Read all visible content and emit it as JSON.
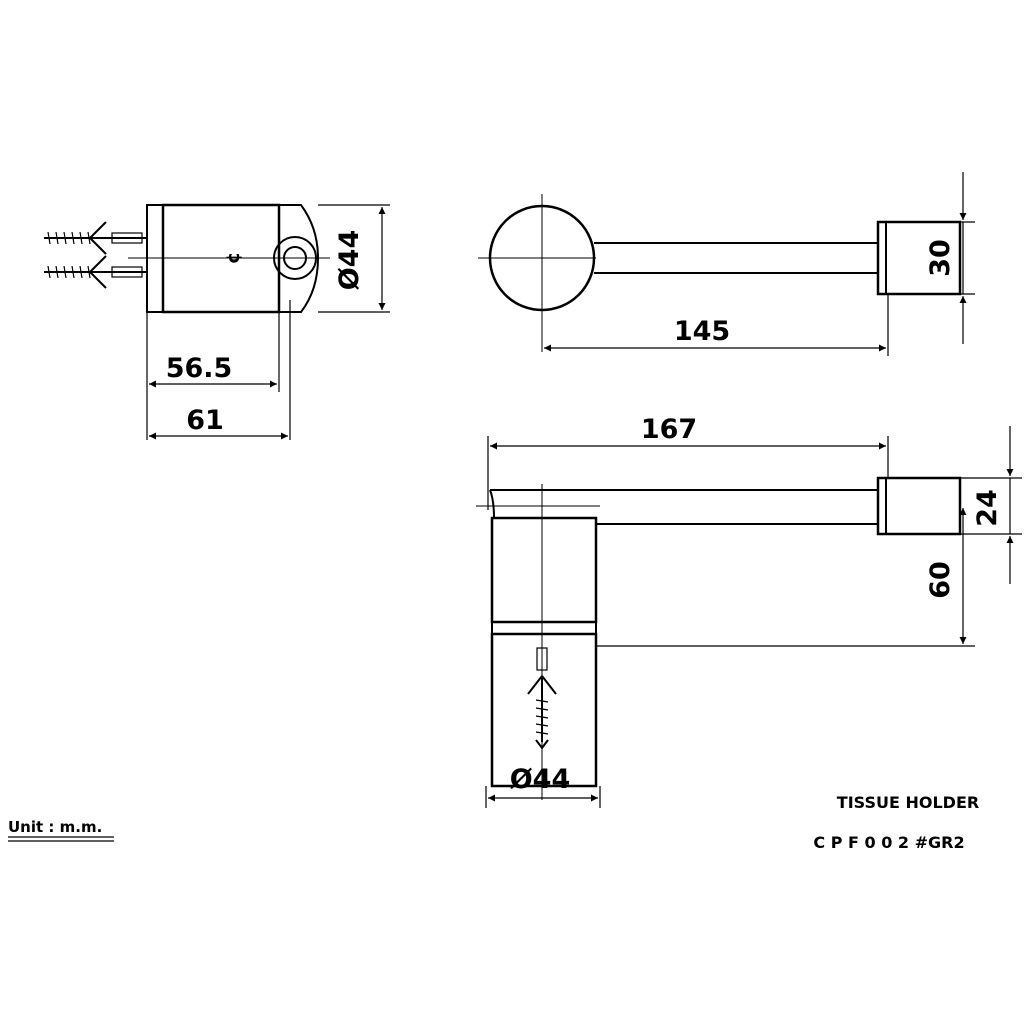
{
  "title_block": {
    "name": "TISSUE HOLDER",
    "model": "C P F 0 0 2 #GR2",
    "unit": "Unit : m.m."
  },
  "dimensions": {
    "side_diameter": "Ø44",
    "side_depth_inner": "56.5",
    "side_depth_outer": "61",
    "front_length": "145",
    "front_height": "30",
    "top_length": "167",
    "top_rod_height": "24",
    "top_offset": "60",
    "top_base_diameter": "Ø44"
  },
  "centerline_mark": "¢"
}
